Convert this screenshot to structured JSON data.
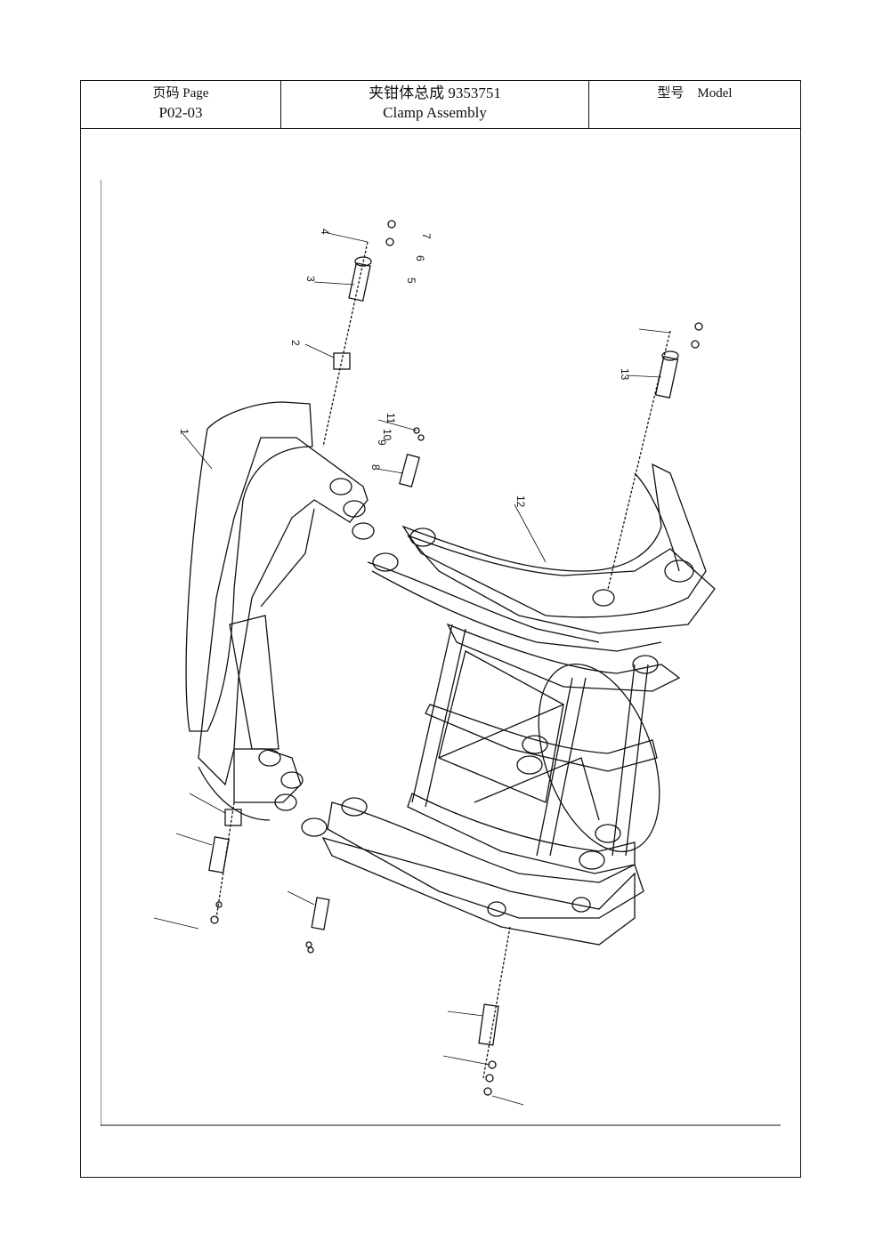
{
  "header": {
    "page_label": "页码 Page",
    "page_number": "P02-03",
    "title_cn": "夹钳体总成 9353751",
    "title_en": "Clamp Assembly",
    "model_label": "型号　Model"
  },
  "drawing": {
    "callouts": [
      "1",
      "2",
      "3",
      "4",
      "5",
      "6",
      "7",
      "8",
      "9",
      "10",
      "11",
      "12",
      "13"
    ]
  }
}
